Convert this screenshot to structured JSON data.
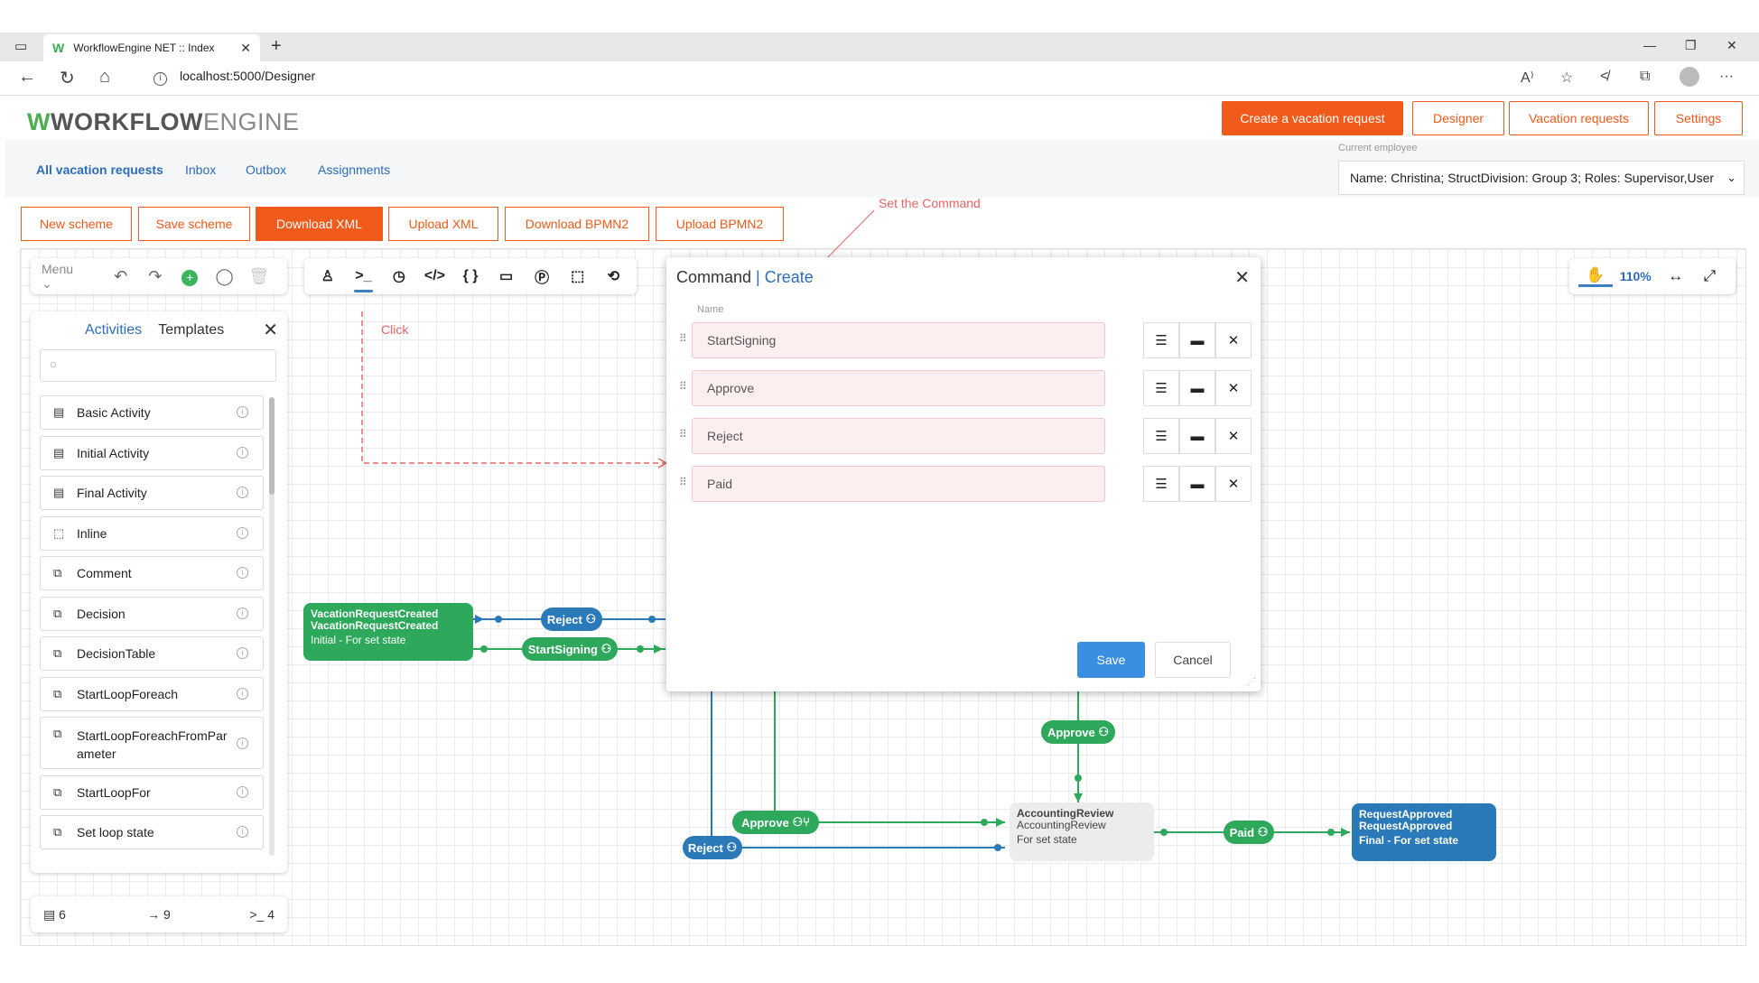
{
  "browser": {
    "tab_title": "WorkflowEngine NET :: Index",
    "url": "localhost:5000/Designer"
  },
  "header": {
    "logo_bold": "WORKFLOW",
    "logo_light": "ENGINE",
    "buttons": [
      "Create a vacation request",
      "Designer",
      "Vacation requests",
      "Settings"
    ]
  },
  "subnav": {
    "links": [
      "All vacation requests",
      "Inbox",
      "Outbox",
      "Assignments"
    ],
    "employee_label": "Current employee",
    "employee_value": "Name: Christina; StructDivision: Group 3; Roles: Supervisor,User"
  },
  "scheme_buttons": [
    "New scheme",
    "Save scheme",
    "Download XML",
    "Upload XML",
    "Download BPMN2",
    "Upload BPMN2"
  ],
  "menubar": {
    "menu_label": "Menu"
  },
  "zoom": {
    "level": "110%"
  },
  "activities_panel": {
    "tab_activities": "Activities",
    "tab_templates": "Templates",
    "items": [
      "Basic Activity",
      "Initial Activity",
      "Final Activity",
      "Inline",
      "Comment",
      "Decision",
      "DecisionTable",
      "StartLoopForeach",
      "StartLoopForeachFromParameter",
      "StartLoopFor",
      "Set loop state"
    ],
    "tall_item_lines": [
      "StartLoopForeachFromPar",
      "ameter"
    ]
  },
  "stats": {
    "activities": "6",
    "transitions": "9",
    "commands": "4"
  },
  "annotations": {
    "set_command": "Set the Command",
    "click": "Click"
  },
  "diagram": {
    "node_created": {
      "line1": "VacationRequestCreated",
      "line2": "VacationRequestCreated",
      "line3": "Initial - For set state"
    },
    "node_accounting": {
      "line1": "AccountingReview",
      "line2": "AccountingReview",
      "line3": "For set state"
    },
    "node_approved": {
      "line1": "RequestApproved",
      "line2": "RequestApproved",
      "line3": "Final - For set state"
    },
    "pills": {
      "reject": "Reject",
      "start_signing": "StartSigning",
      "approve": "Approve",
      "paid": "Paid"
    }
  },
  "dialog": {
    "title": "Command",
    "mode": "Create",
    "separator": "|",
    "name_label": "Name",
    "commands": [
      "StartSigning",
      "Approve",
      "Reject",
      "Paid"
    ],
    "save_label": "Save",
    "cancel_label": "Cancel"
  },
  "colors": {
    "accent_orange": "#f05a1a",
    "link_blue": "#2d6dbb",
    "node_green": "#2ea85a",
    "node_blue": "#2a7ab9",
    "save_blue": "#3b8fe3",
    "annotation_red": "#e86565"
  },
  "icons": [
    "back-arrow-icon",
    "refresh-icon",
    "home-icon",
    "info-icon",
    "read-aloud-icon",
    "favorite-icon",
    "collections-icon",
    "profile-icon",
    "more-icon",
    "undo-icon",
    "redo-icon",
    "add-icon",
    "toggle-icon",
    "trash-icon",
    "actor-icon",
    "command-icon",
    "timer-icon",
    "code-icon",
    "braces-icon",
    "comment-icon",
    "parameter-icon",
    "selection-icon",
    "history-icon",
    "hand-icon",
    "fit-width-icon",
    "fullscreen-icon",
    "settings-sliders-icon",
    "message-icon",
    "close-icon",
    "drag-handle-icon",
    "search-icon"
  ]
}
